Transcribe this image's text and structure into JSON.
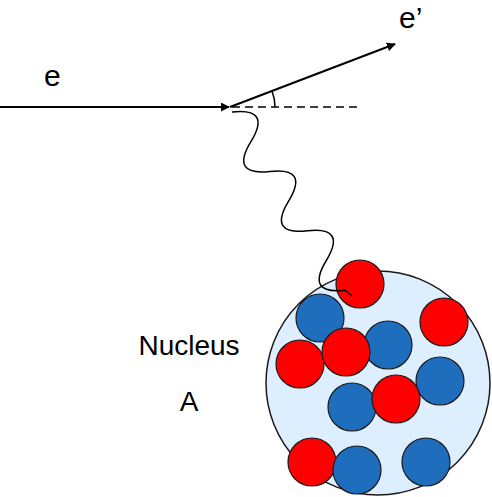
{
  "diagram": {
    "labels": [
      "e",
      "e’",
      "Nucleus A"
    ]
  }
}
